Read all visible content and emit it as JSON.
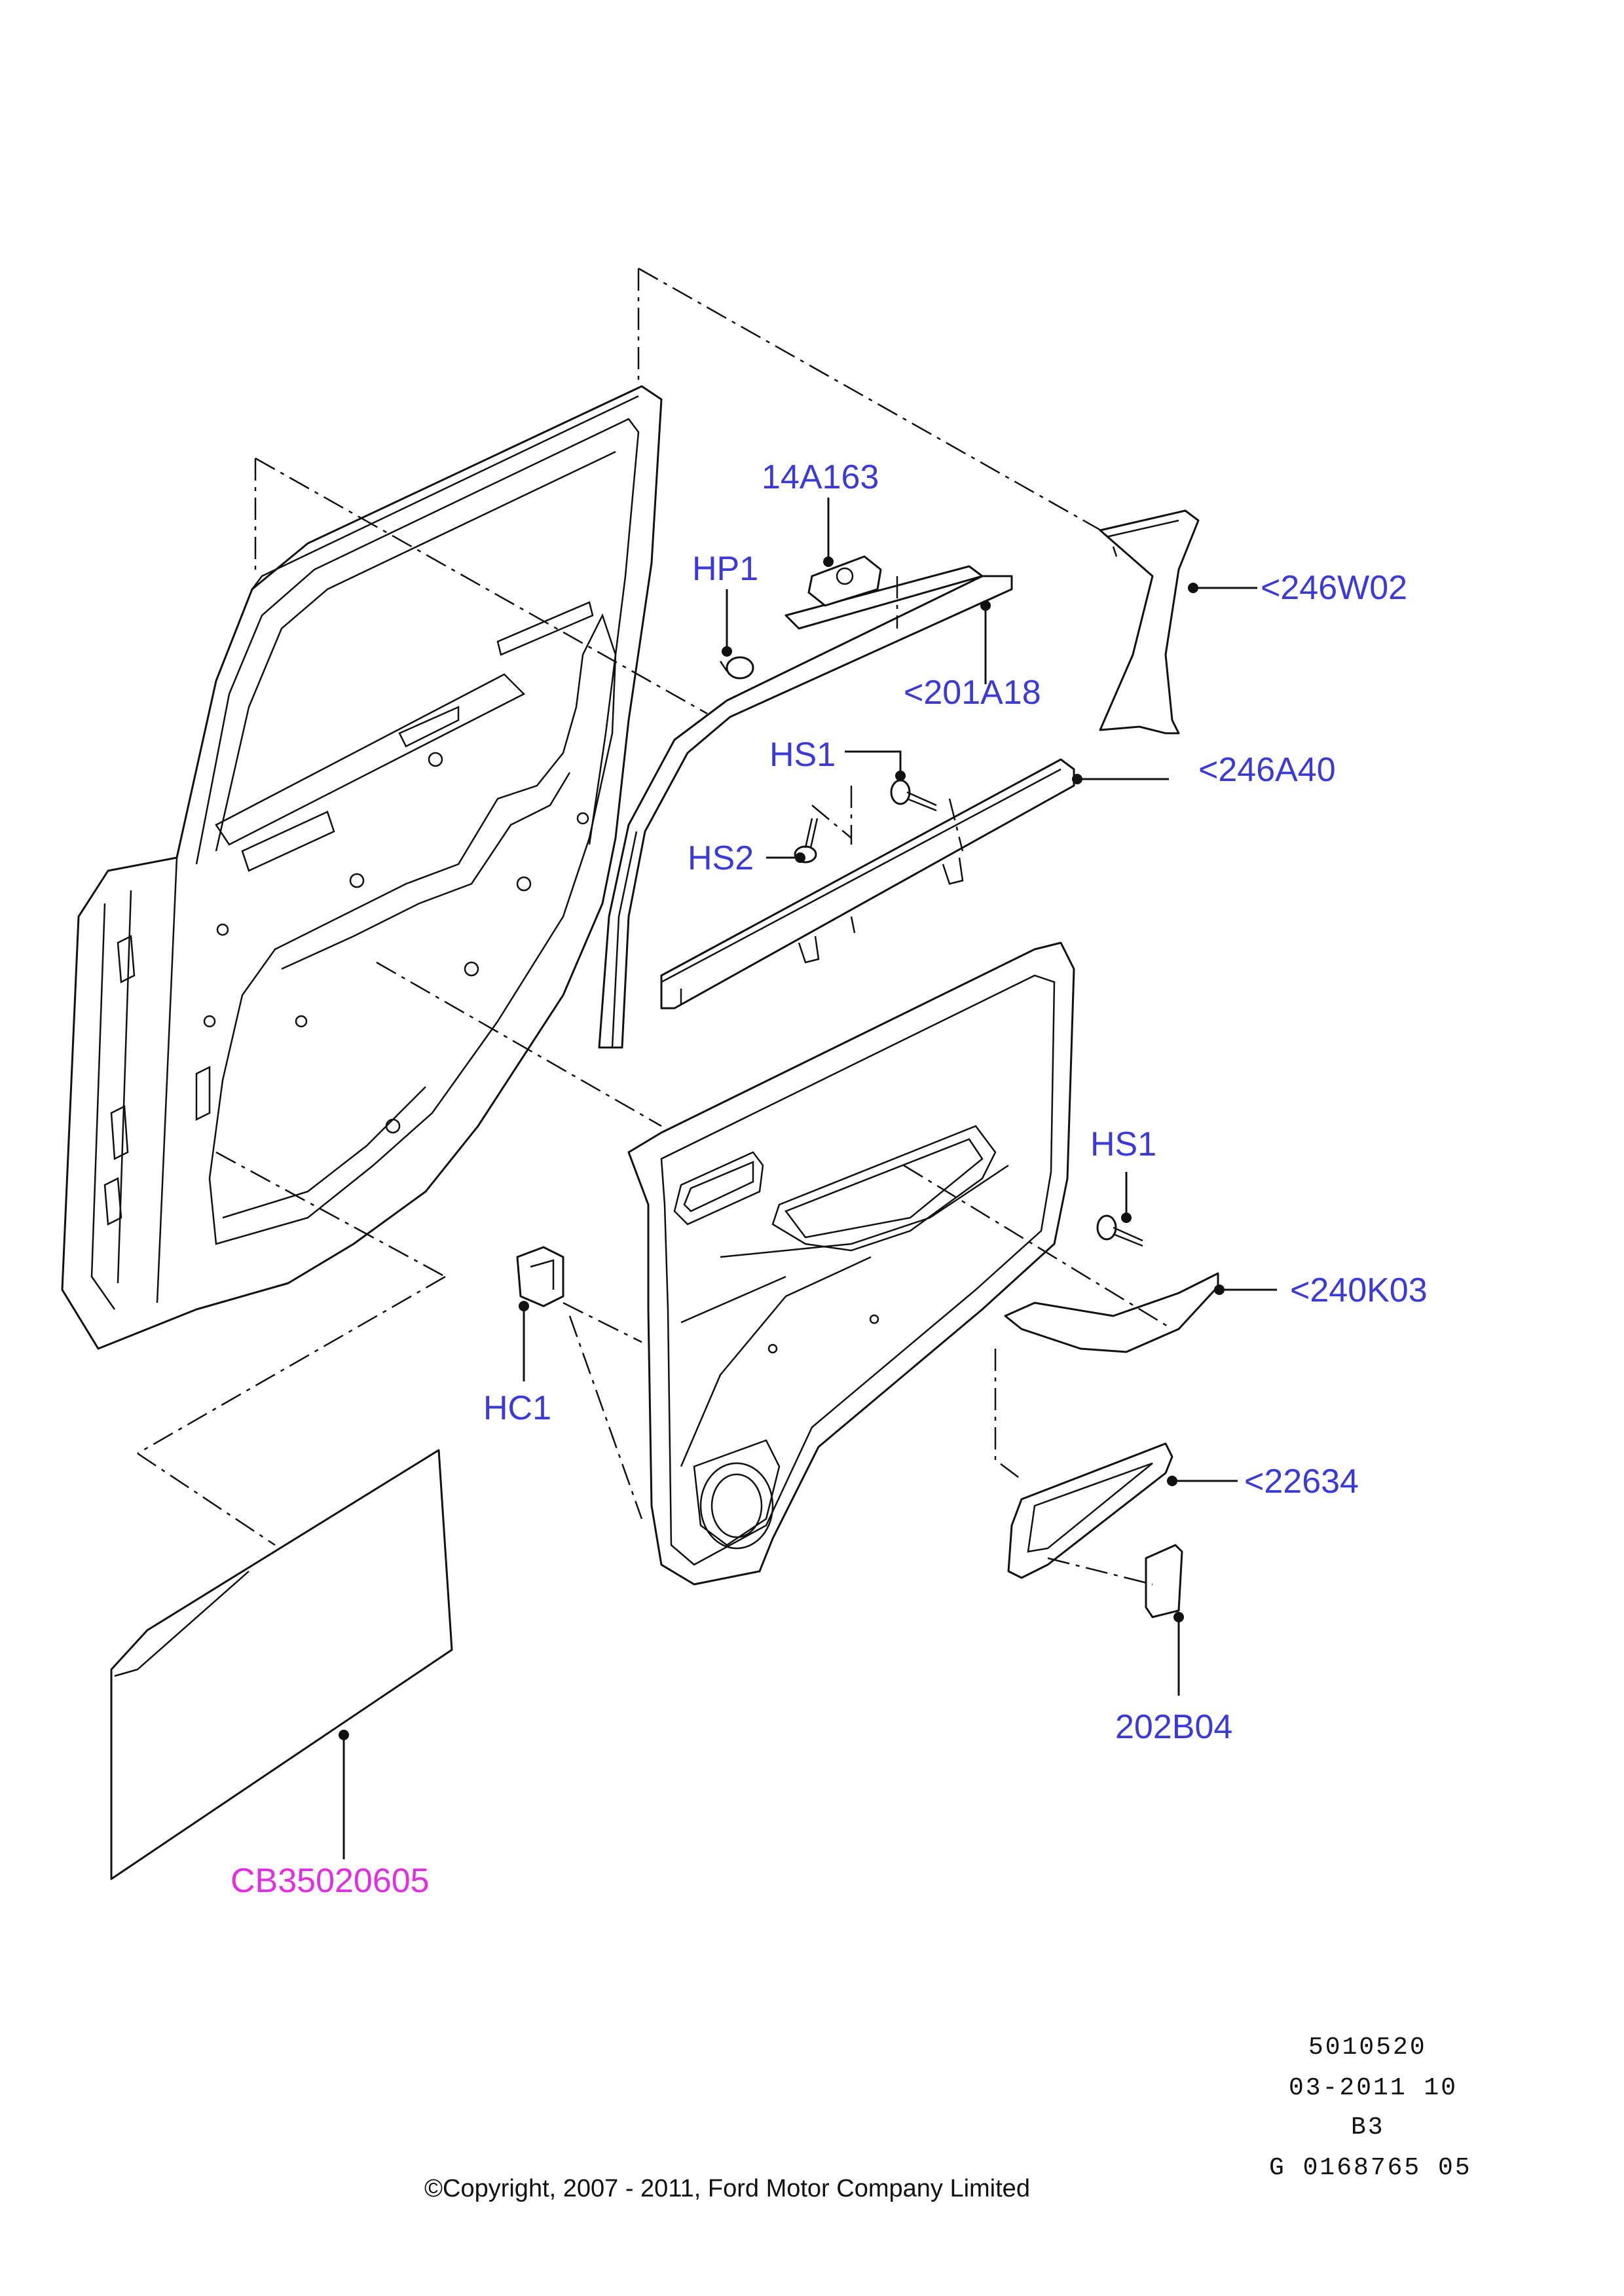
{
  "callouts": [
    {
      "id": "14A163",
      "text": "14A163",
      "color": "#3a3ad8"
    },
    {
      "id": "HP1",
      "text": "HP1",
      "color": "#3a3ad8"
    },
    {
      "id": "246W02",
      "text": "<246W02",
      "color": "#3a3ad8"
    },
    {
      "id": "201A18",
      "text": "<201A18",
      "color": "#3a3ad8"
    },
    {
      "id": "HS1_top",
      "text": "HS1",
      "color": "#3a3ad8"
    },
    {
      "id": "246A40",
      "text": "<246A40",
      "color": "#3a3ad8"
    },
    {
      "id": "HS2",
      "text": "HS2",
      "color": "#3a3ad8"
    },
    {
      "id": "HS1_mid",
      "text": "HS1",
      "color": "#3a3ad8"
    },
    {
      "id": "240K03",
      "text": "<240K03",
      "color": "#3a3ad8"
    },
    {
      "id": "HC1",
      "text": "HC1",
      "color": "#3a3ad8"
    },
    {
      "id": "22634",
      "text": "<22634",
      "color": "#3a3ad8"
    },
    {
      "id": "202B04",
      "text": "202B04",
      "color": "#3a3ad8"
    },
    {
      "id": "CB35020605",
      "text": "CB35020605",
      "color": "#e22ee2"
    }
  ],
  "meta": {
    "line1": "5010520",
    "line2": "03-2011 10",
    "line3": "B3",
    "line4": "G 0168765 05"
  },
  "copyright": "©Copyright, 2007 - 2011, Ford Motor Company Limited",
  "colors": {
    "callout_blue": "#3a3ad8",
    "callout_magenta": "#e22ee2",
    "line": "#111111"
  }
}
